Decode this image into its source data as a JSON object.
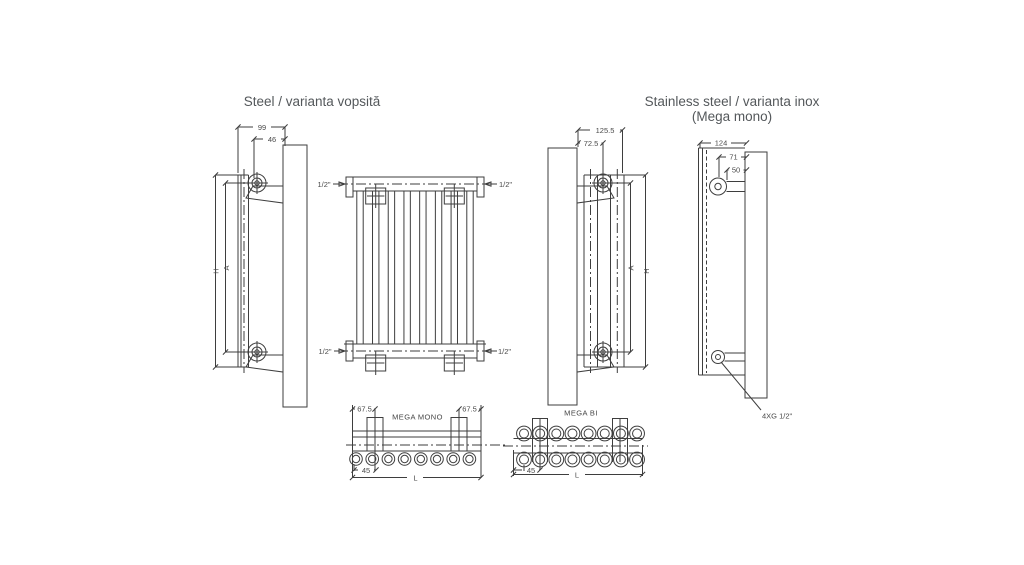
{
  "titles": {
    "left": "Steel / varianta vopsită",
    "right_line1": "Stainless steel / varianta inox",
    "right_line2": "(Mega mono)"
  },
  "steel_side_view": {
    "dim_depth_total": "99",
    "dim_pipe_to_wall": "46",
    "dim_height": "H",
    "dim_axis": "A"
  },
  "front_view": {
    "connections": [
      "1/2\"",
      "1/2\"",
      "1/2\"",
      "1/2\""
    ]
  },
  "mega_bi_side_view": {
    "dim_depth_total": "125.5",
    "dim_pipe_to_wall": "72.5",
    "dim_axis": "A",
    "dim_height": "H"
  },
  "inox_side_view": {
    "dim_depth_total": "124",
    "dim_pipe_to_wall": "71",
    "dim_offset": "50",
    "connections_note": "4XG 1/2\""
  },
  "mega_mono_section": {
    "label": "MEGA MONO",
    "dim_end_left": "67.5",
    "dim_end_right": "67.5",
    "dim_bracket": "45",
    "dim_length": "L"
  },
  "mega_bi_section": {
    "label": "MEGA BI",
    "dim_bracket": "45",
    "dim_length": "L"
  }
}
